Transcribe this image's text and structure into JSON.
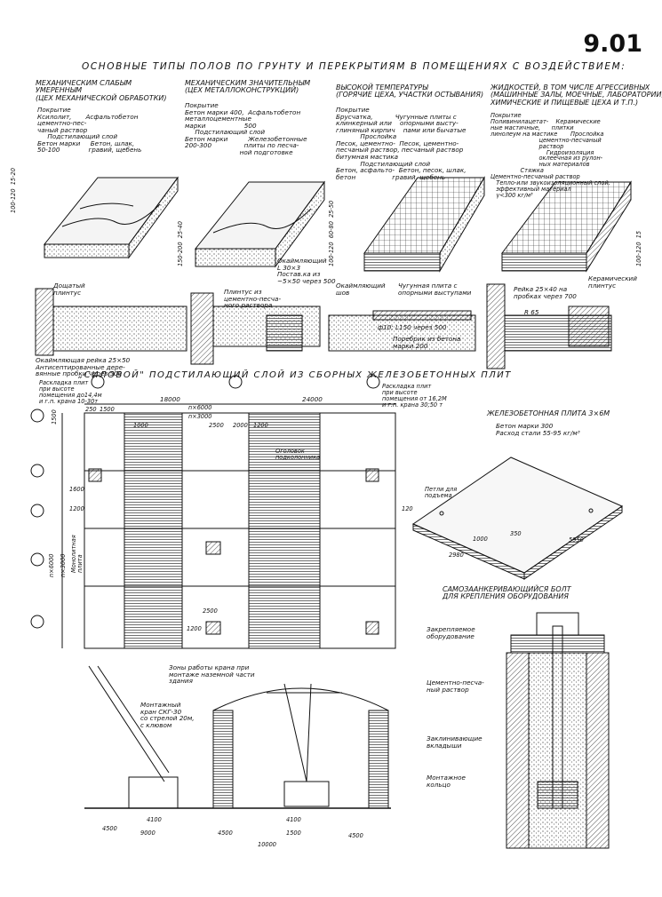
{
  "page_number": "9.01",
  "main_title": "ОСНОВНЫЕ ТИПЫ ПОЛОВ ПО ГРУНТУ И ПЕРЕКРЫТИЯМ В ПОМЕЩЕНИЯХ С ВОЗДЕЙСТВИЕМ:",
  "columns": [
    {
      "heading": "МЕХАНИЧЕСКИМ СЛАБЫМ\nУМЕРЕННЫМ\n(ЦЕХ МЕХАНИЧЕСКОЙ ОБРАБОТКИ)",
      "spec": "Покрытие\nКсилолит,       Асфальтобетон\nцементно-пес-\nчаный раствор\n     Подстилающий слой\nБетон марки     Бетон, шлак,\n50-100              гравий, щебень",
      "dims": "100-120  15-20",
      "callouts": [
        "Дощатый\nплинтус",
        "Окаймляющая рейка 25×50\nАнтисептированные дере-\nвянные пробки через 500"
      ]
    },
    {
      "heading": "МЕХАНИЧЕСКИМ ЗНАЧИТЕЛЬНЫМ\n(ЦЕХ МЕТАЛЛОКОНСТРУКЦИЙ)",
      "spec": "Покрытие\nБетон марки 400,  Асфальтобетон\nметаллоцементные\nмарки                   500\n     Подстилающий слой\nБетон марки          Железобетонные\n200-300                плиты по песча-\n                           ной подготовке",
      "dims": "150-200  25-40",
      "callouts": [
        "Окаймляющий\nL 30×3\nПостав.ка из\n~5×50 через 500",
        "Плинтус из\nцементно-песча-\nного раствора"
      ]
    },
    {
      "heading": "ВЫСОКОЙ ТЕМПЕРАТУРЫ\n(ГОРЯЧИЕ ЦЕХА, УЧАСТКИ ОСТЫВАНИЯ)",
      "spec": "Покрытие\nБрусчатка,           Чугунные плиты с\nклинкерный или    опорными высту-\nглиняный кирпич    пами или бычатые\n            Прослойка\nПесок, цементно-  Песок, цементно-\nпесчаный раствор, песчаный раствор\nбитумная мастика\n            Подстилающий слой\nБетон, асфальто-  Бетон, песок, шлак,\nбетон                  гравий, щебень",
      "dims": "100-120  60-80  25-50",
      "callouts": [
        "Окаймляющий\nшов",
        "Чугунная плита с\nопорными выступами",
        "ф10; L150 через 500",
        "Поребрик из бетона\nмарки 200"
      ]
    },
    {
      "heading": "ЖИДКОСТЕЙ, В ТОМ ЧИСЛЕ АГРЕССИВНЫХ\n(МАШИННЫЕ ЗАЛЫ, МОЕЧНЫЕ, ЛАБОРАТОРИИ,\nХИМИЧЕСКИЕ И ПИЩЕВЫЕ ЦЕХА И Т.П.)",
      "spec": "Покрытие\nПоливинилацетат-    Керамические\nные мастичные,      плитки\nлинолеум на мастике       Прослойка\n                          цементно-песчаный\n                          раствор\n                              Гидроизоляция\n                          оклеечная из рулон-\n                          ных материалов\n                Стяжка\nЦементно-песчаный раствор\n   Тепло-или звукоизоляционный слой:\n   эффективный материал\n   γ<300 кг/м³",
      "dims": "100-120  15",
      "callouts": [
        "Рейка 25×40 на\nпробках через 700",
        "Керамический\nплинтус",
        "R 65"
      ]
    }
  ],
  "plates_section": {
    "title": "„СИЛОВОЙ\" ПОДСТИЛАЮЩИЙ СЛОЙ ИЗ СБОРНЫХ ЖЕЛЕЗОБЕТОННЫХ ПЛИТ",
    "note_left": "Раскладка плит\nпри высоте\nпомещения до14,4м\nи г.п. крана 10-30т",
    "note_right": "Раскладка плит\nпри высоте\nпомещения от 16,2М\nи г.п. крана 30;50 т",
    "dims": [
      "18000",
      "24000",
      "n×6000",
      "n×3000",
      "250",
      "1500",
      "1000",
      "2500",
      "2000",
      "1200",
      "1500",
      "1600",
      "1200",
      "n×6000",
      "n×3000",
      "2500",
      "1200"
    ],
    "labels": [
      "Оголовок\nподколонника",
      "Монолитная\nплита",
      "Зоны работы крана при\nмонтаже наземной части\nздания"
    ]
  },
  "plate": {
    "title": "ЖЕЛЕЗОБЕТОННАЯ ПЛИТА 3×6М",
    "spec": "Бетон марки 300\nРасход стали 55-95 кг/м³",
    "loops": "Петли для\nподъема",
    "dims": [
      "5950",
      "2980",
      "1000",
      "350",
      "120"
    ]
  },
  "bolt": {
    "title": "САМОЗААНКЕРИВАЮЩИЙСЯ БОЛТ\nДЛЯ КРЕПЛЕНИЯ ОБОРУДОВАНИЯ",
    "labels": [
      "Закрепляемое\nоборудование",
      "Цементно-песча-\nный раствор",
      "Заклинивающие\nвкладыши",
      "Монтажное\nкольцо"
    ]
  },
  "crane": {
    "label": "Монтажный\nкран СКГ-30\nсо стрелой 20м,\nс клювом",
    "dims": [
      "4500",
      "4100",
      "9000",
      "4500",
      "4100",
      "1500",
      "4500",
      "10000"
    ]
  }
}
